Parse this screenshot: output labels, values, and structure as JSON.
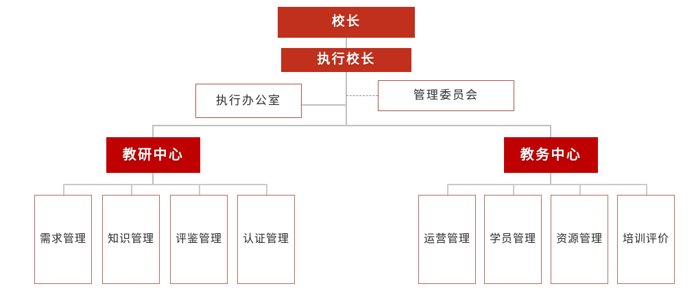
{
  "chart": {
    "type": "org-chart",
    "title": "",
    "accent_color_top": "#C0301C",
    "accent_color_center": "#C00000",
    "outline_color": "#A55245",
    "leaf_outline_color": "#B5695C",
    "connector_color": "#BFBFBF",
    "dashed_connector_color": "#8A8A8A",
    "background": "#FFFFFF"
  },
  "nodes": {
    "principal": {
      "label": "校长",
      "style": "filled-red"
    },
    "executive_principal": {
      "label": "执行校长",
      "style": "filled-red"
    },
    "executive_office": {
      "label": "执行办公室",
      "style": "outlined"
    },
    "management_committee": {
      "label": "管理委员会",
      "style": "outlined"
    },
    "research_center": {
      "label": "教研中心",
      "style": "filled-red-dark"
    },
    "academic_center": {
      "label": "教务中心",
      "style": "filled-red-dark"
    }
  },
  "research_center_children": [
    {
      "label": "需求管理"
    },
    {
      "label": "知识管理"
    },
    {
      "label": "评鉴管理"
    },
    {
      "label": "认证管理"
    }
  ],
  "academic_center_children": [
    {
      "label": "运营管理"
    },
    {
      "label": "学员管理"
    },
    {
      "label": "资源管理"
    },
    {
      "label": "培训评价"
    }
  ],
  "connections": [
    {
      "from": "principal",
      "to": "executive_principal",
      "style": "solid"
    },
    {
      "from": "executive_principal",
      "to": "executive_office",
      "style": "solid"
    },
    {
      "from": "executive_principal",
      "to": "management_committee",
      "style": "dashed"
    },
    {
      "from": "executive_principal",
      "to": "research_center",
      "style": "solid"
    },
    {
      "from": "executive_principal",
      "to": "academic_center",
      "style": "solid"
    }
  ]
}
